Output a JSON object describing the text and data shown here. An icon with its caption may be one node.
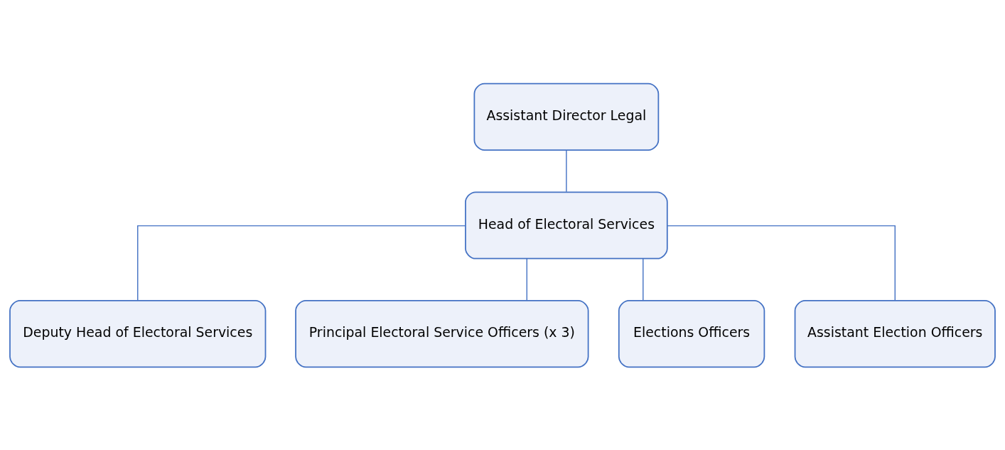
{
  "diagram": {
    "nodes": [
      {
        "text": [
          "Assistant Director Legal"
        ]
      },
      {
        "text": [
          "Head of Electoral Services"
        ]
      },
      {
        "text": [
          "Deputy Head of Electoral Services"
        ]
      },
      {
        "text": [
          "Principal Electoral Service Officers (x 3)"
        ]
      },
      {
        "text": [
          "Elections Officers"
        ]
      },
      {
        "text": [
          "Assistant Election Officers"
        ]
      }
    ],
    "edges": [
      {
        "from": 0,
        "to": 1,
        "arrow": "none"
      },
      {
        "from": 1,
        "to": 2,
        "arrow": "none"
      },
      {
        "from": 1,
        "to": 3,
        "arrow": "none"
      },
      {
        "from": 1,
        "to": 4,
        "arrow": "none"
      },
      {
        "from": 1,
        "to": 5,
        "arrow": "none"
      }
    ]
  }
}
